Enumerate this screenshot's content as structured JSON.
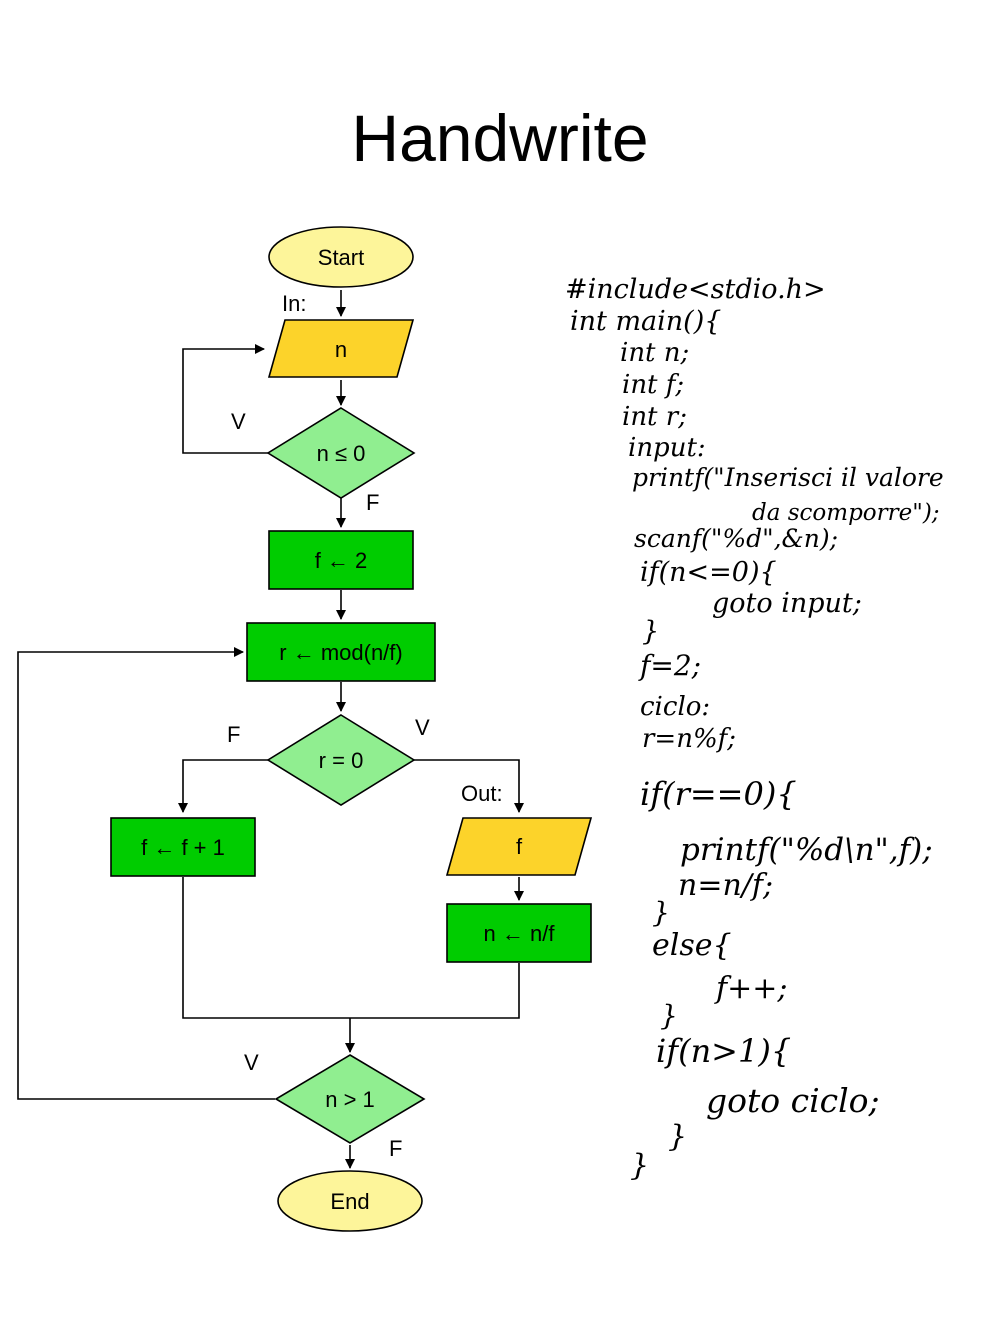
{
  "title": "Handwrite",
  "colors": {
    "terminal": "#fdf59a",
    "io": "#fcd32a",
    "decision": "#90ee90",
    "process": "#00cc00",
    "stroke": "#000000"
  },
  "flowchart": {
    "start": "Start",
    "end": "End",
    "input_label": "In:",
    "output_label": "Out:",
    "input_var": "n",
    "decision_n_le_0": "n ≤ 0",
    "assign_f_2": "f ← 2",
    "assign_r_mod": "r ← mod(n/f)",
    "decision_r_eq_0": "r = 0",
    "assign_f_inc": "f ← f + 1",
    "output_var": "f",
    "assign_n_div": "n ← n/f",
    "decision_n_gt_1": "n > 1",
    "edge_true_1": "V",
    "edge_false_1": "F",
    "edge_false_2": "F",
    "edge_true_2": "V",
    "edge_true_3": "V",
    "edge_false_3": "F"
  },
  "code_lines": [
    "#include<stdio.h>",
    "int main(){",
    "int n;",
    "int f;",
    "int r;",
    "input:",
    "printf(\"Inserisci il valore",
    "da scomporre\");",
    "scanf(\"%d\",&n);",
    "if(n<=0){",
    "goto input;",
    "}",
    "f=2;",
    "ciclo:",
    "r=n%f;",
    "if(r==0){",
    "printf(\"%d\\n\",f);",
    "n=n/f;",
    "}",
    "else{",
    "f++;",
    "}",
    "if(n>1){",
    "goto ciclo;",
    "}",
    "}"
  ]
}
